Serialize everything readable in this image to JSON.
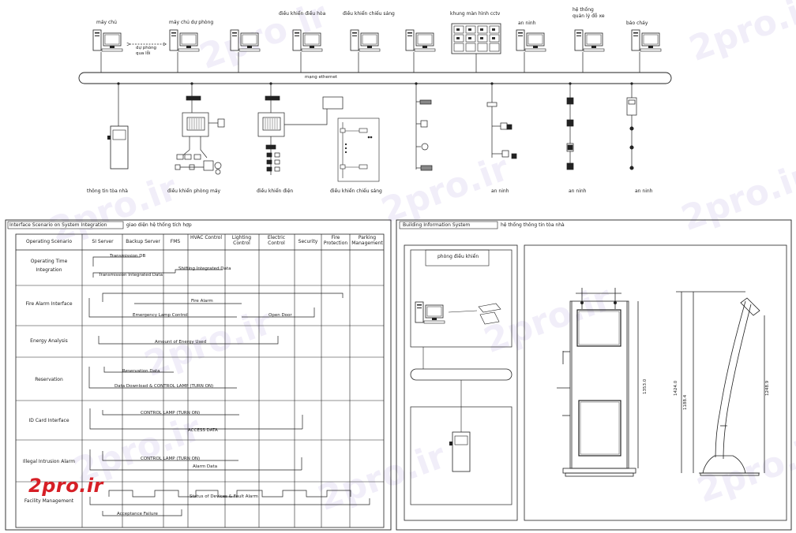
{
  "top_diagram": {
    "stations": [
      {
        "label": "máy chủ"
      },
      {
        "label": "máy chủ dự phòng"
      },
      {
        "label": ""
      },
      {
        "label": "điều khiển điều hòa"
      },
      {
        "label": "điều khiển chiếu sáng"
      },
      {
        "label": ""
      },
      {
        "label": "khung màn hình cctv"
      },
      {
        "label": "an ninh"
      },
      {
        "label": "hệ thống quản lý đỗ xe"
      },
      {
        "label": "báo cháy"
      }
    ],
    "backup_link_label": "dự phòng qua lỗi",
    "network_label": "mạng ethernet",
    "bottom_labels": [
      "thông tin tòa nhà",
      "điều khiển phòng máy",
      "điều khiển điện",
      "điều khiển chiếu sáng",
      "an ninh",
      "an ninh",
      "an ninh"
    ]
  },
  "left_panel": {
    "title": "Interface Scenario on System Integration",
    "subtitle": "giao diện hệ thống tích hợp",
    "columns": [
      "Operating Scenario",
      "SI Server",
      "Backup Server",
      "FMS",
      "HVAC Control",
      "Lighting Control",
      "Electric Control",
      "Security",
      "Fire Protection",
      "Parking Management"
    ],
    "rows": [
      {
        "scenario": "Operating Time Integration",
        "flows": [
          "Transmission DB",
          "Transmission Integrated Data",
          "Shifting Integrated Data"
        ]
      },
      {
        "scenario": "Fire Alarm Interface",
        "flows": [
          "Fire Alarm",
          "Emergency Lamp Control",
          "Open Door"
        ]
      },
      {
        "scenario": "Energy Analysis",
        "flows": [
          "Amount of Energy Used"
        ]
      },
      {
        "scenario": "Reservation",
        "flows": [
          "Reservation Data",
          "Data Download & CONTROL LAMP (TURN ON)"
        ]
      },
      {
        "scenario": "ID Card Interface",
        "flows": [
          "CONTROL LAMP (TURN ON)",
          "ACCESS DATA"
        ]
      },
      {
        "scenario": "Illegal Intrusion Alarm",
        "flows": [
          "CONTROL LAMP (TURN ON)",
          "Alarm Data"
        ]
      },
      {
        "scenario": "Facility Management",
        "flows": [
          "Status of Devices & Fault Alarm",
          "Acceptance Failure"
        ]
      }
    ]
  },
  "right_panel": {
    "title": "Building Information System",
    "subtitle": "hệ thống thông tin tòa nhà",
    "room_label": "phòng điều khiển",
    "dimensions": [
      "1353.0",
      "1424.0",
      "1188.4",
      "1248.9"
    ]
  },
  "branding": {
    "logo_text": "2pro.ir",
    "watermark_text": "2pro.ir"
  },
  "colors": {
    "line": "#2a2a2a",
    "accent_red": "#c0182a",
    "watermark": "#b4a0dc"
  }
}
